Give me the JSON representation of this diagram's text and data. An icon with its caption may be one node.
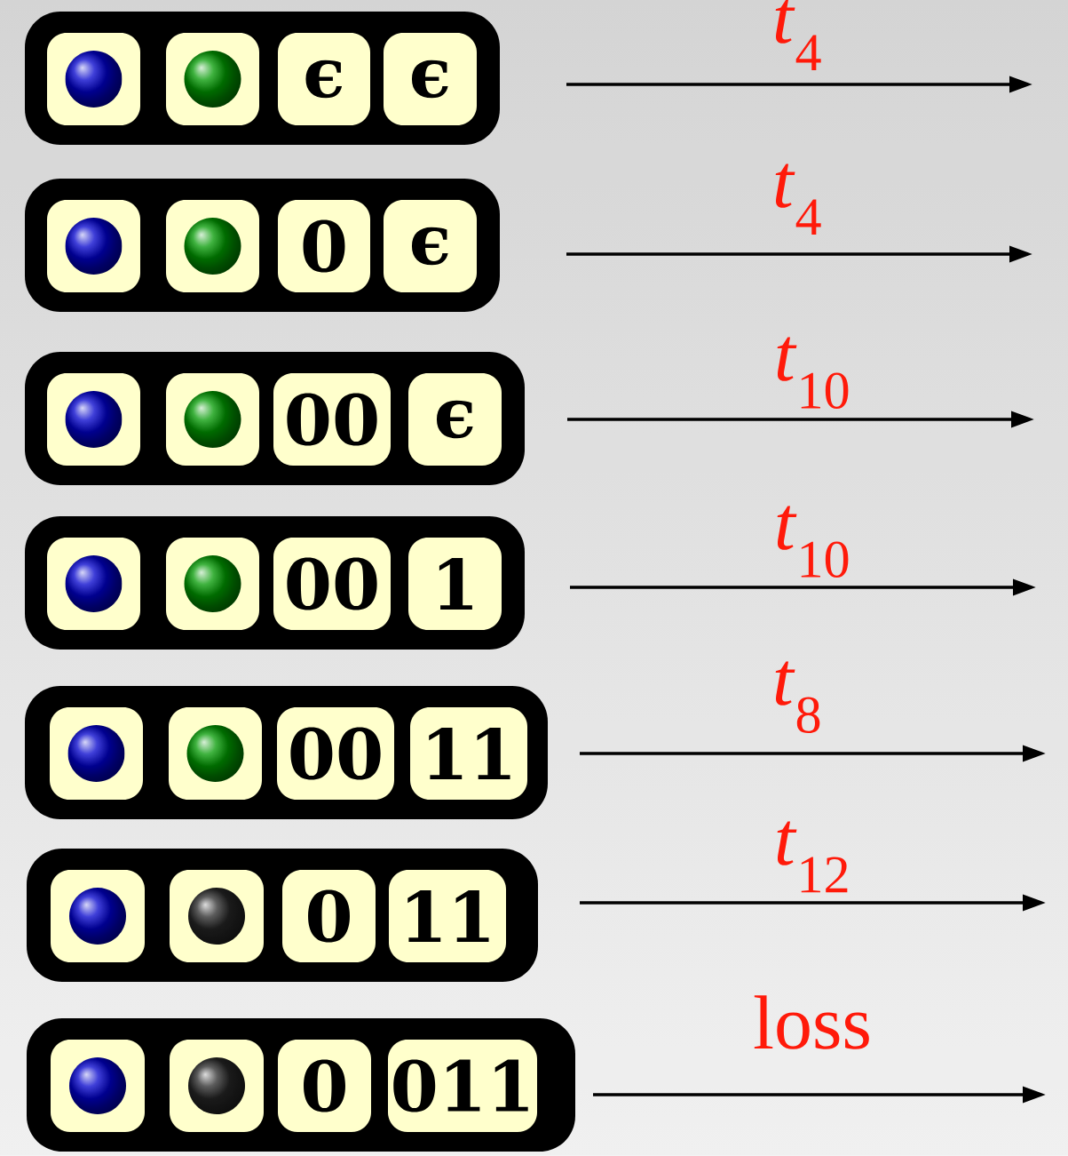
{
  "diagram": {
    "nodes": [
      {
        "text": [],
        "shape": "box"
      },
      {
        "text": [],
        "shape": "box",
        "in": 0
      },
      {
        "text": [],
        "shape": "box",
        "in": 0
      },
      {
        "text": [
          "ϵ"
        ],
        "in": 0
      },
      {
        "text": [
          "ϵ"
        ],
        "in": 0
      },
      {
        "text": [],
        "shape": "box"
      },
      {
        "text": [],
        "shape": "box",
        "in": 5
      },
      {
        "text": [],
        "shape": "box",
        "in": 5
      },
      {
        "text": [
          "0"
        ],
        "in": 5
      },
      {
        "text": [
          "ϵ"
        ],
        "in": 5
      },
      {
        "text": [],
        "shape": "box"
      },
      {
        "text": [],
        "shape": "box",
        "in": 10
      },
      {
        "text": [],
        "shape": "box",
        "in": 10
      },
      {
        "text": [
          "00"
        ],
        "in": 10
      },
      {
        "text": [
          "ϵ"
        ],
        "in": 10
      },
      {
        "text": [],
        "shape": "box"
      },
      {
        "text": [],
        "shape": "box",
        "in": 15
      },
      {
        "text": [],
        "shape": "box",
        "in": 15
      },
      {
        "text": [
          "00"
        ],
        "in": 15
      },
      {
        "text": [
          "1"
        ],
        "in": 15
      },
      {
        "text": [],
        "shape": "box"
      },
      {
        "text": [],
        "shape": "box",
        "in": 20
      },
      {
        "text": [],
        "shape": "box",
        "in": 20
      },
      {
        "text": [
          "00"
        ],
        "in": 20
      },
      {
        "text": [
          "11"
        ],
        "in": 20
      },
      {
        "text": [],
        "shape": "box"
      },
      {
        "text": [],
        "shape": "box",
        "in": 25
      },
      {
        "text": [],
        "shape": "box",
        "in": 25
      },
      {
        "text": [
          "0"
        ],
        "in": 25
      },
      {
        "text": [
          "11"
        ],
        "in": 25
      },
      {
        "text": [],
        "shape": "box"
      },
      {
        "text": [],
        "shape": "box",
        "in": 30
      },
      {
        "text": [],
        "shape": "box",
        "in": 30
      },
      {
        "text": [
          "0"
        ],
        "in": 30
      },
      {
        "text": [
          "011"
        ],
        "in": 30
      }
    ],
    "labels": [
      "*t*$_{4}$",
      "*t*$_{4}$",
      "*t*$_{10}$",
      "*t*$_{10}$",
      "*t*$_{8}$",
      "*t*$_{12}$",
      "loss"
    ]
  }
}
